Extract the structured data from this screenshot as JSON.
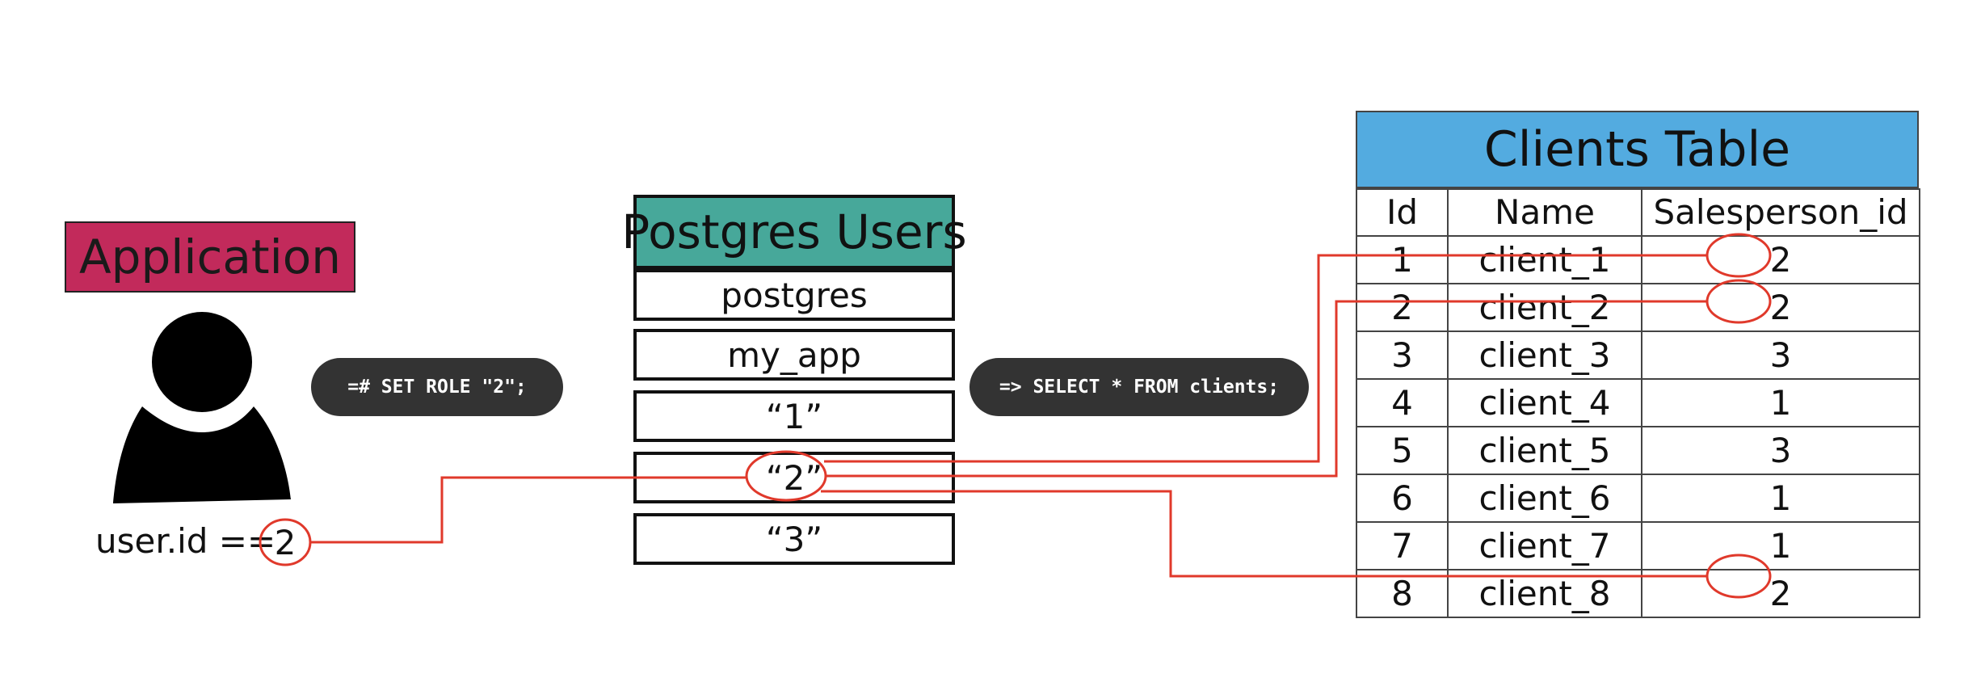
{
  "application": {
    "label": "Application",
    "user_expr": "user.id ==",
    "user_id": "2"
  },
  "commands": {
    "set_role": "=# SET ROLE \"2\";",
    "select": "=> SELECT * FROM clients;"
  },
  "postgres_users": {
    "title": "Postgres Users",
    "rows": [
      "postgres",
      "my_app",
      "“1”",
      "“2”",
      "“3”"
    ]
  },
  "clients_table": {
    "title": "Clients Table",
    "headers": [
      "Id",
      "Name",
      "Salesperson_id"
    ],
    "rows": [
      {
        "id": "1",
        "name": "client_1",
        "salesperson_id": "2"
      },
      {
        "id": "2",
        "name": "client_2",
        "salesperson_id": "2"
      },
      {
        "id": "3",
        "name": "client_3",
        "salesperson_id": "3"
      },
      {
        "id": "4",
        "name": "client_4",
        "salesperson_id": "1"
      },
      {
        "id": "5",
        "name": "client_5",
        "salesperson_id": "3"
      },
      {
        "id": "6",
        "name": "client_6",
        "salesperson_id": "1"
      },
      {
        "id": "7",
        "name": "client_7",
        "salesperson_id": "1"
      },
      {
        "id": "8",
        "name": "client_8",
        "salesperson_id": "2"
      }
    ]
  },
  "colors": {
    "application": "#c22a5b",
    "postgres_header": "#47a89a",
    "clients_header": "#53abe0",
    "pill": "#333333",
    "highlight": "#e0392b"
  },
  "icons": [
    "person-icon"
  ]
}
